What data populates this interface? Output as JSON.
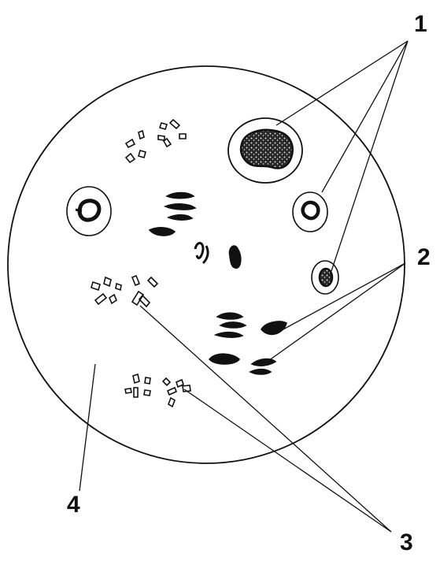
{
  "labels": {
    "l1": "1",
    "l2": "2",
    "l3": "3",
    "l4": "4"
  },
  "colors": {
    "ink": "#111111",
    "paper": "#ffffff"
  }
}
